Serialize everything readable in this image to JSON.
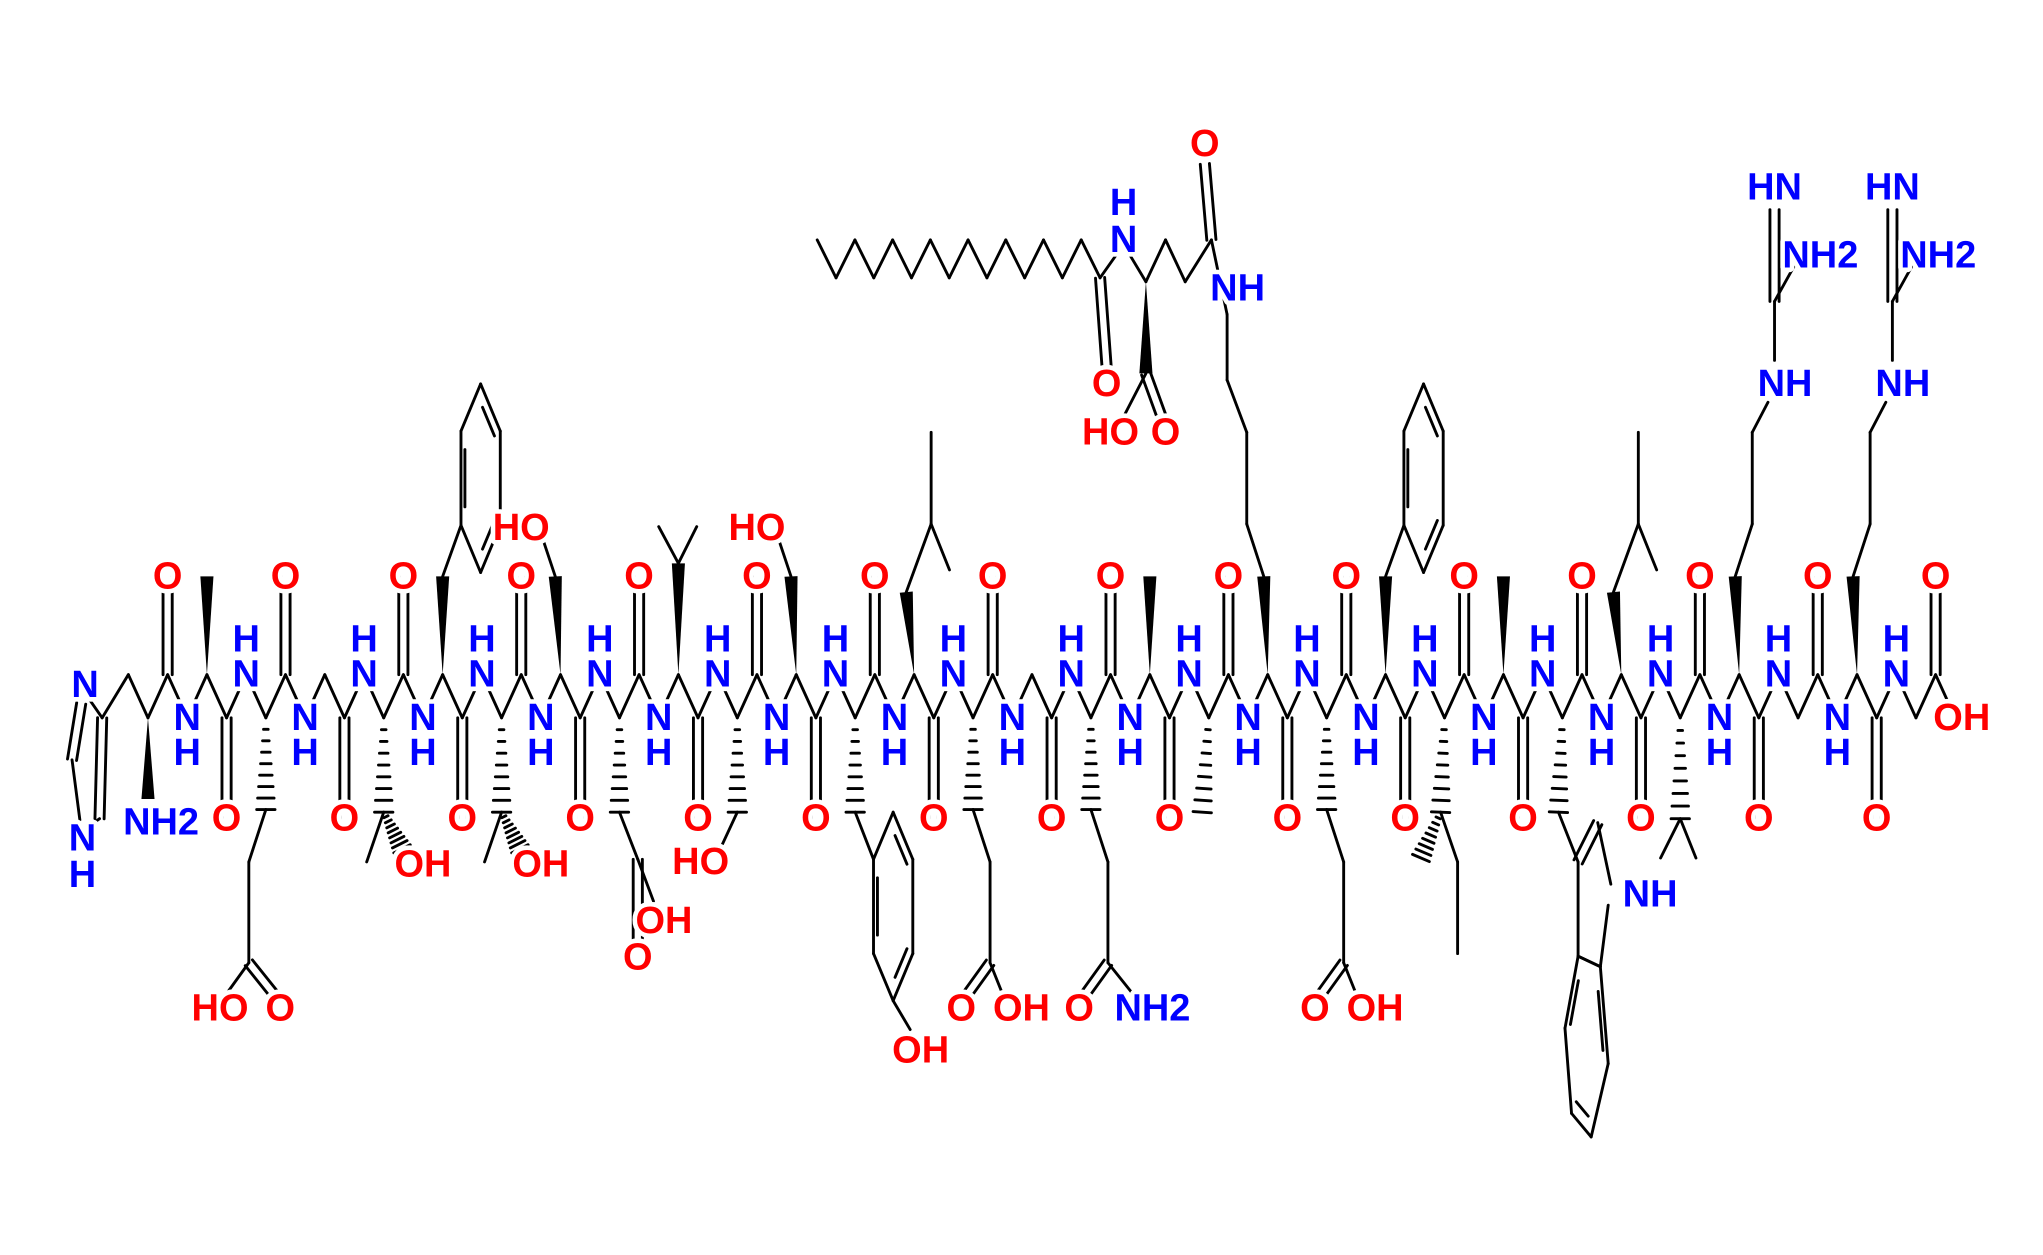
{
  "colors": {
    "oxygen": "#ff0000",
    "nitrogen": "#0000ff",
    "bond": "#000000"
  },
  "backbone": {
    "carbonyl_oxygen": "O",
    "amide_nitrogen": "N",
    "amide_hydrogen": "H"
  },
  "n_terminus": {
    "label": "NH2"
  },
  "c_terminus": {
    "hydroxyl": "OH"
  },
  "lipid": {
    "linker_oxygen": "O",
    "amide_nitrogen": "N",
    "amide_hydrogen": "H",
    "amide_oxygen": "O",
    "acid_oxygen": "O",
    "acid_hydroxyl": "HO",
    "chain_carbons": 15
  },
  "residues": [
    {
      "code": "H",
      "side_labels": [
        "N",
        "N",
        "H"
      ]
    },
    {
      "code": "A",
      "side_labels": []
    },
    {
      "code": "E",
      "side_labels": [
        "HO",
        "O"
      ]
    },
    {
      "code": "G",
      "side_labels": []
    },
    {
      "code": "T",
      "side_labels": [
        "OH"
      ]
    },
    {
      "code": "F",
      "side_labels": []
    },
    {
      "code": "T",
      "side_labels": [
        "OH"
      ]
    },
    {
      "code": "S",
      "side_labels": [
        "HO"
      ]
    },
    {
      "code": "D",
      "side_labels": [
        "OH",
        "O"
      ]
    },
    {
      "code": "V",
      "side_labels": []
    },
    {
      "code": "S",
      "side_labels": [
        "HO"
      ]
    },
    {
      "code": "S",
      "side_labels": [
        "HO"
      ]
    },
    {
      "code": "Y",
      "side_labels": [
        "OH"
      ]
    },
    {
      "code": "L",
      "side_labels": []
    },
    {
      "code": "E",
      "side_labels": [
        "O",
        "OH"
      ]
    },
    {
      "code": "G",
      "side_labels": []
    },
    {
      "code": "Q",
      "side_labels": [
        "O",
        "NH2"
      ]
    },
    {
      "code": "A",
      "side_labels": []
    },
    {
      "code": "A",
      "side_labels": []
    },
    {
      "code": "K",
      "side_labels": [
        "NH"
      ]
    },
    {
      "code": "E",
      "side_labels": [
        "O",
        "OH"
      ]
    },
    {
      "code": "F",
      "side_labels": []
    },
    {
      "code": "I",
      "side_labels": []
    },
    {
      "code": "A",
      "side_labels": []
    },
    {
      "code": "W",
      "side_labels": [
        "NH"
      ]
    },
    {
      "code": "L",
      "side_labels": []
    },
    {
      "code": "V",
      "side_labels": []
    },
    {
      "code": "R",
      "side_labels": [
        "NH",
        "HN",
        "NH2"
      ]
    },
    {
      "code": "G",
      "side_labels": []
    },
    {
      "code": "R",
      "side_labels": [
        "NH",
        "HN",
        "NH2"
      ]
    },
    {
      "code": "G",
      "side_labels": []
    }
  ]
}
